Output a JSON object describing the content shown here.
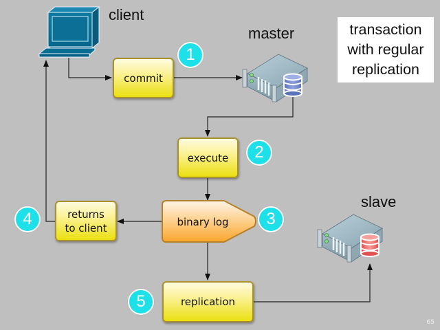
{
  "title": {
    "lines": [
      "transaction",
      "with regular",
      "replication"
    ]
  },
  "nodes": {
    "client": {
      "label": "client",
      "icon": "computer-icon"
    },
    "master": {
      "label": "master",
      "icon": "database-server-icon",
      "db_color": "#6f86c8"
    },
    "slave": {
      "label": "slave",
      "icon": "database-server-icon",
      "db_color": "#ee6a6a"
    }
  },
  "steps": [
    {
      "number": "1",
      "label": "commit"
    },
    {
      "number": "2",
      "label": "execute"
    },
    {
      "number": "3",
      "label": "binary log"
    },
    {
      "number": "4",
      "label_lines": [
        "returns",
        "to client"
      ]
    },
    {
      "number": "5",
      "label": "replication"
    }
  ],
  "colors": {
    "background": "#bfbfbf",
    "step_box": "#f5ea4a",
    "binary_log": "#fbb24a",
    "badge": "#1ee0e8"
  },
  "page_number": "65"
}
